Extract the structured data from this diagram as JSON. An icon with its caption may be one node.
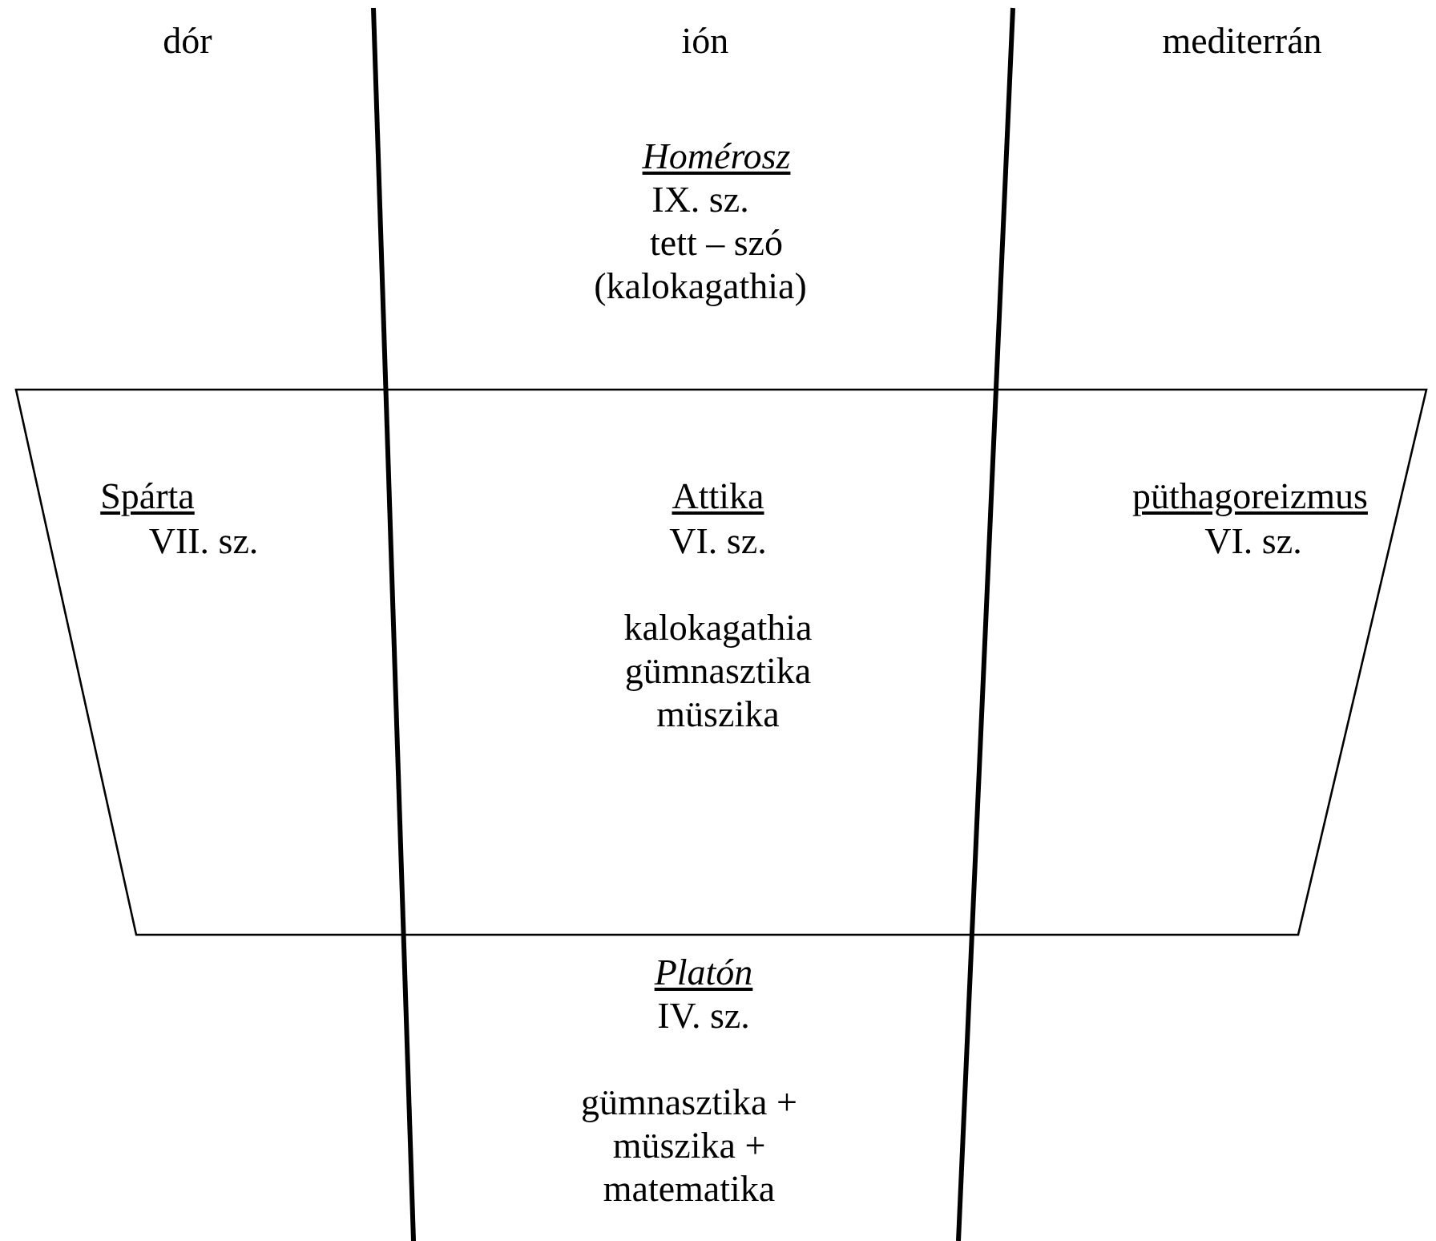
{
  "diagram": {
    "nodes": [
      {
        "text": [
          "Spárta",
          "VII. sz.",
          "Attika",
          "VI. sz.",
          "kalokagathia gümnasztika müszika",
          "püthagoreizmus",
          "VI. sz."
        ]
      }
    ],
    "edges": [],
    "labels": [
      "dór",
      "ión",
      "mediterrán",
      "Homérosz",
      "IX. sz.",
      "tett – szó",
      "(kalokagathia)",
      "Platón",
      "IV. sz.",
      "gümnasztika + müszika + matematika"
    ]
  }
}
